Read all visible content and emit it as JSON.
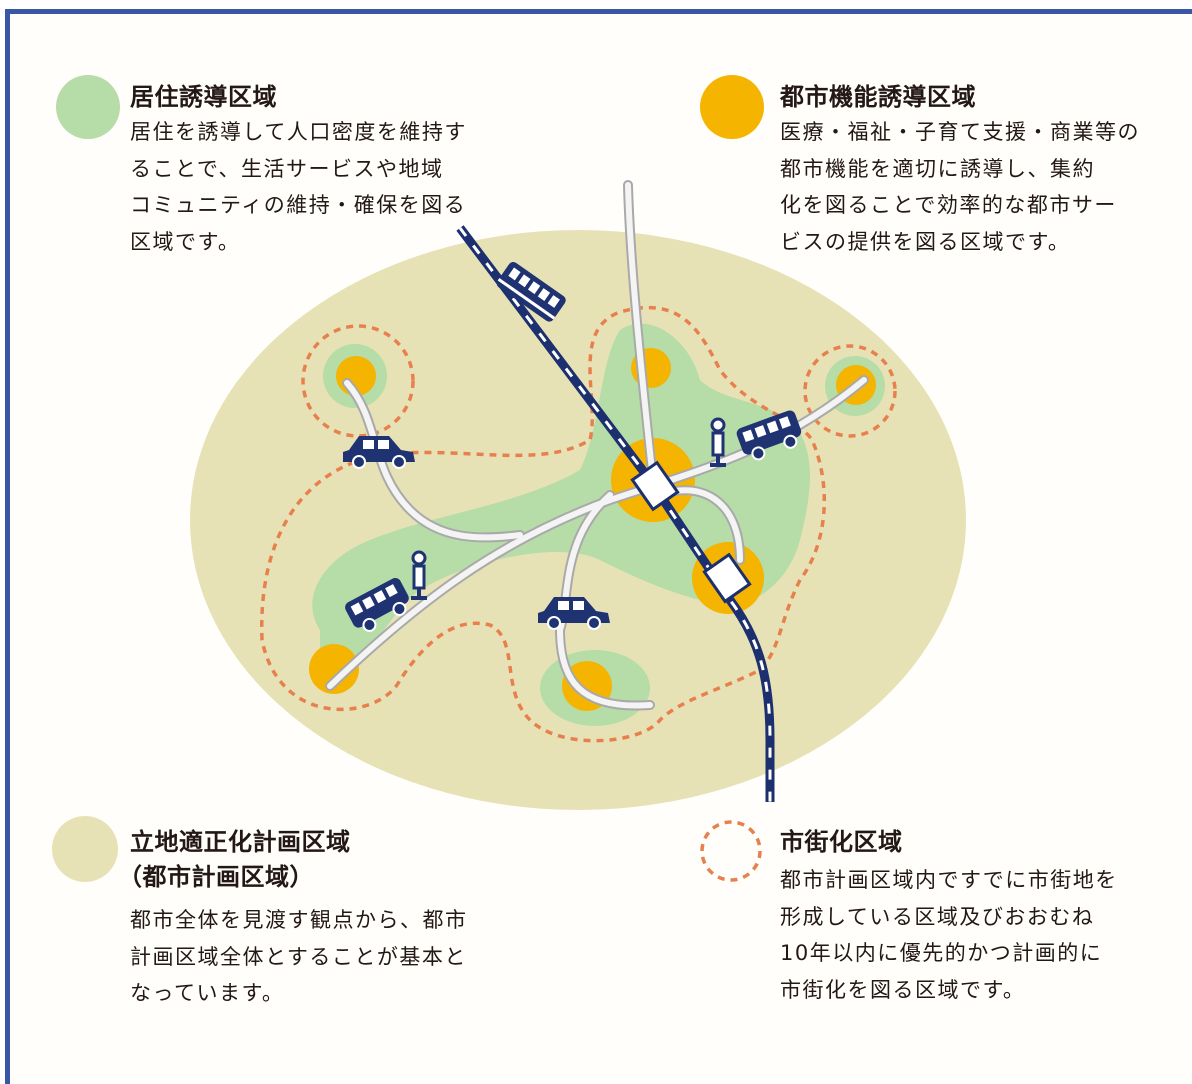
{
  "legend": {
    "kyoju": {
      "title": "居住誘導区域",
      "description": "居住を誘導して人口密度を維持す\nることで、生活サービスや地域\nコミュニティの維持・確保を図る\n区域です。",
      "color": "#b6dca7"
    },
    "toshi_kino": {
      "title": "都市機能誘導区域",
      "description": "医療・福祉・子育て支援・商業等の\n都市機能を適切に誘導し、集約\n化を図ることで効率的な都市サー\nビスの提供を図る区域です。",
      "color": "#f5b400"
    },
    "ritchi": {
      "title": "立地適正化計画区域",
      "subtitle": "（都市計画区域）",
      "description": "都市全体を見渡す観点から、都市\n計画区域全体とすることが基本と\nなっています。",
      "color": "#e7e2b6"
    },
    "shigaika": {
      "title": "市街化区域",
      "description": "都市計画区域内ですでに市街地を\n形成している区域及びおおむね\n10年以内に優先的かつ計画的に\n市街化を図る区域です。",
      "color": "#e8804e"
    }
  },
  "colors": {
    "frame": "#3a57a6",
    "rail": "#1c2f6e",
    "vehicle": "#1f3373",
    "road": "#f4f4f4",
    "road_edge": "#a9a9a9"
  },
  "icons": [
    "train-icon",
    "bus-icon",
    "car-icon",
    "bus-stop-icon",
    "station-icon"
  ]
}
